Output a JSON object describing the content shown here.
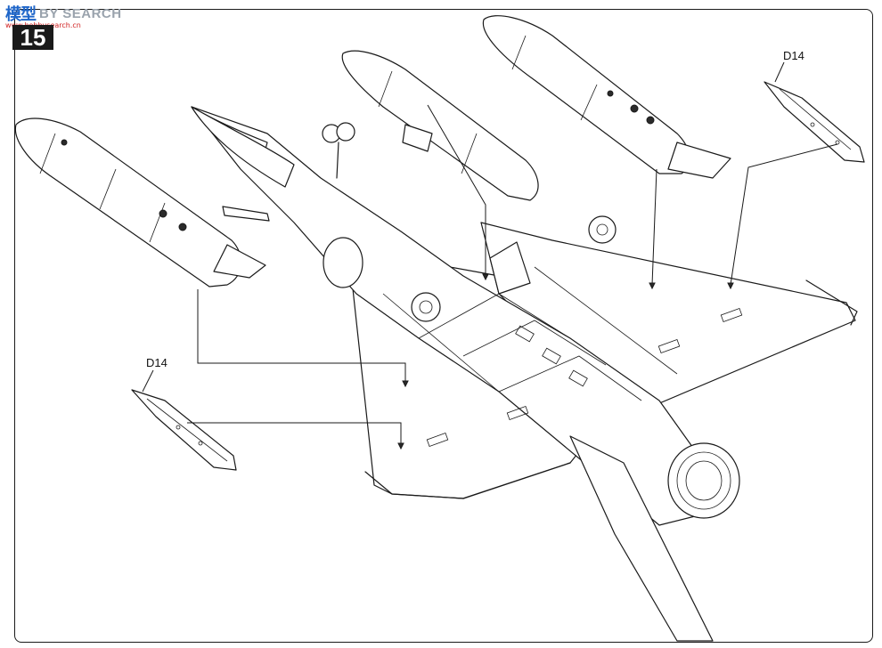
{
  "watermark": {
    "logo_text": "模型",
    "site_text": "BY SEARCH",
    "sub_text": "www.hobbysearch.cn"
  },
  "step": {
    "number": "15"
  },
  "labels": {
    "part_right": "D14",
    "part_left": "D14"
  },
  "colors": {
    "ink": "#1a1a1a",
    "paper": "#ffffff",
    "watermark_blue": "#1f66c9"
  }
}
